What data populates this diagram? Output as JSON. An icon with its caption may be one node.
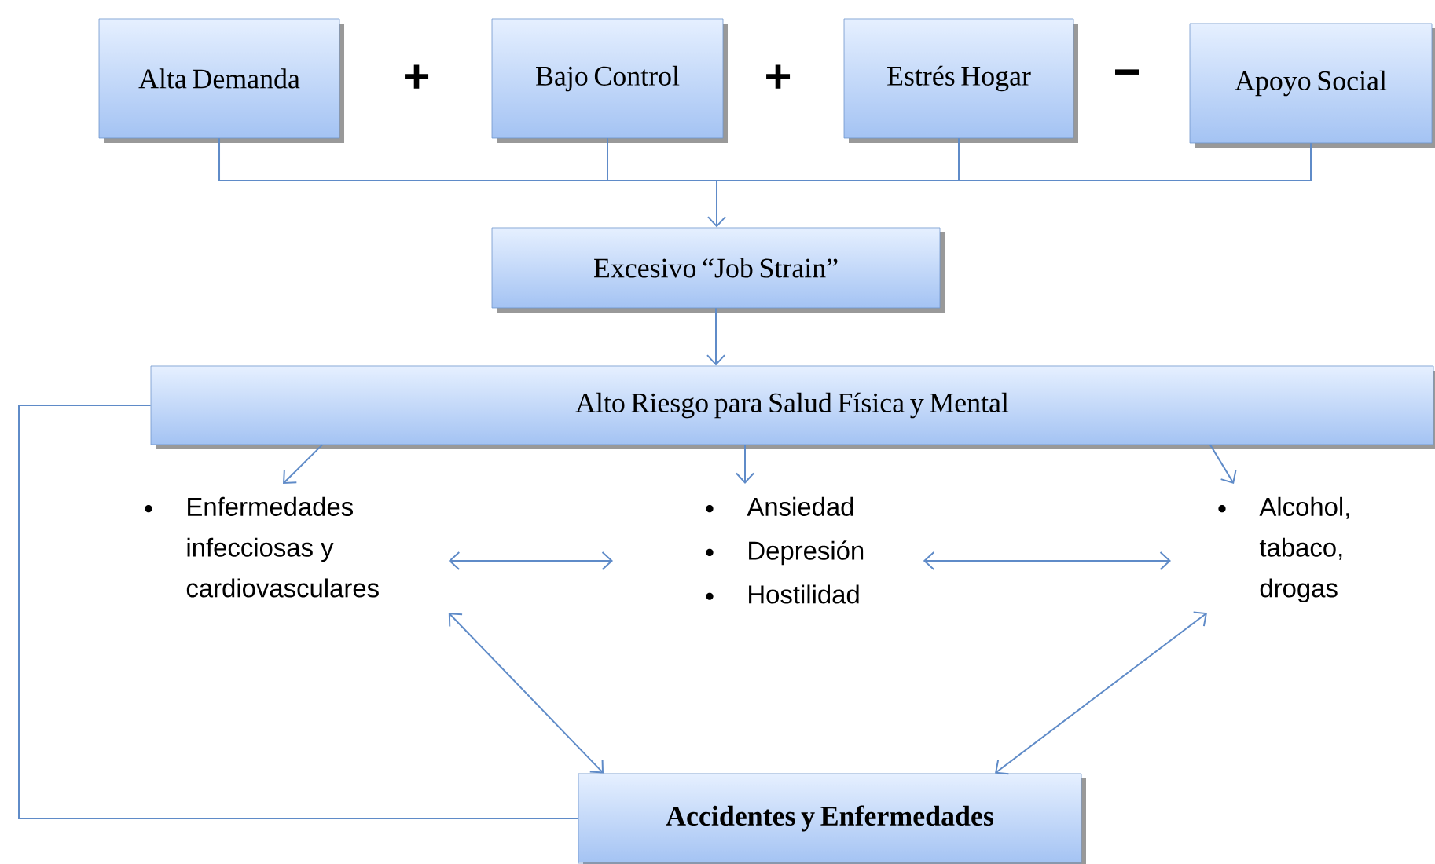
{
  "diagram": {
    "nodes": [
      {
        "text": [
          "Alta Demanda"
        ]
      },
      {
        "text": [
          "Bajo Control"
        ]
      },
      {
        "text": [
          "Estrés Hogar"
        ]
      },
      {
        "text": [
          "Apoyo Social"
        ]
      },
      {
        "text": [
          "Excesivo “Job Strain”"
        ]
      },
      {
        "text": [
          "Alto Riesgo para Salud Física y Mental"
        ]
      },
      {
        "text": [
          "Enfermedades infecciosas y cardiovasculares"
        ]
      },
      {
        "text": [
          "Ansiedad",
          "Depresión",
          "Hostilidad"
        ]
      },
      {
        "text": [
          "Alcohol, tabaco, drogas"
        ]
      },
      {
        "text": [
          "Accidentes y Enfermedades"
        ]
      }
    ],
    "edges": [
      {
        "from": 0,
        "to": 4,
        "arrow": "to"
      },
      {
        "from": 1,
        "to": 4,
        "arrow": "to"
      },
      {
        "from": 2,
        "to": 4,
        "arrow": "to"
      },
      {
        "from": 3,
        "to": 4,
        "arrow": "to"
      },
      {
        "from": 4,
        "to": 5,
        "arrow": "to"
      },
      {
        "from": 5,
        "to": 6,
        "arrow": "to"
      },
      {
        "from": 5,
        "to": 7,
        "arrow": "to"
      },
      {
        "from": 5,
        "to": 8,
        "arrow": "to"
      },
      {
        "from": 6,
        "to": 7,
        "arrow": "both"
      },
      {
        "from": 7,
        "to": 8,
        "arrow": "both"
      },
      {
        "from": 6,
        "to": 9,
        "arrow": "both"
      },
      {
        "from": 8,
        "to": 9,
        "arrow": "both"
      },
      {
        "from": 5,
        "to": 9,
        "arrow": "none"
      }
    ],
    "labels": [
      "+",
      "+",
      "−"
    ]
  }
}
